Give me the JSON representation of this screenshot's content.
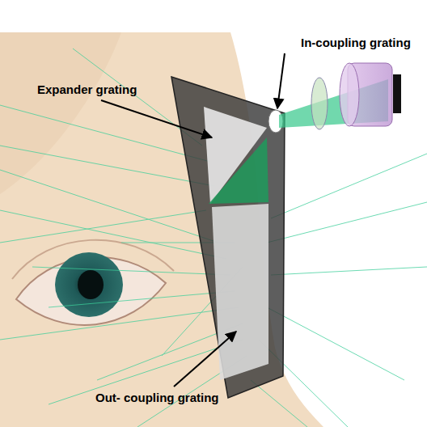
{
  "diagram": {
    "labels": [
      "In-coupling grating",
      "Expander grating",
      "Out- coupling grating"
    ]
  }
}
